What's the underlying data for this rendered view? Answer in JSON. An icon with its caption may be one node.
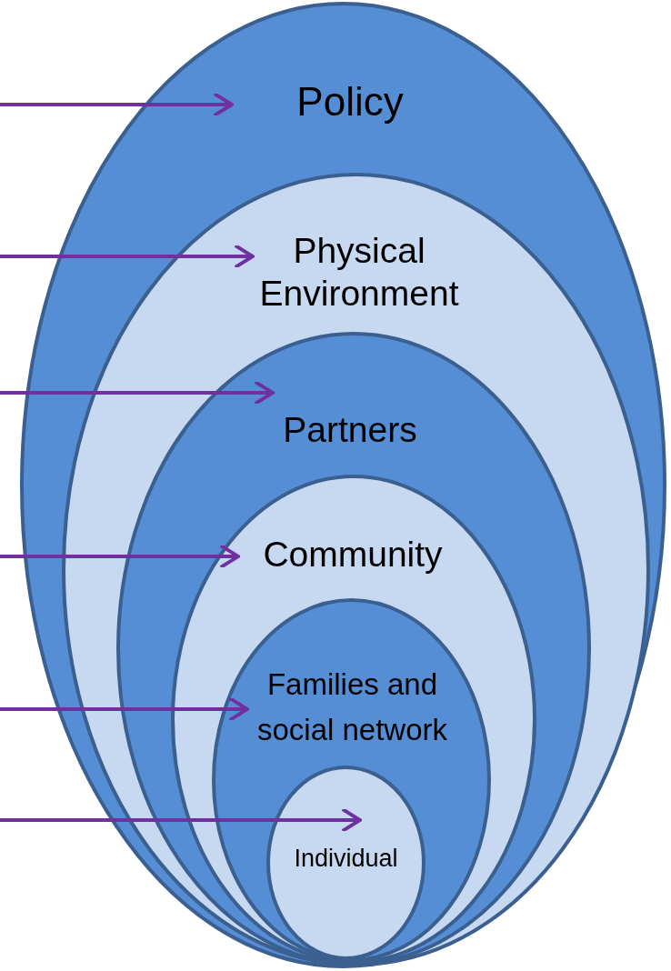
{
  "diagram": {
    "nodes": [
      {
        "text": [
          "Policy"
        ]
      },
      {
        "text": [
          "Physical Environment"
        ],
        "in": 0
      },
      {
        "text": [
          "Partners"
        ],
        "in": 1
      },
      {
        "text": [
          "Community"
        ],
        "in": 2
      },
      {
        "text": [
          "Families and social network"
        ],
        "in": 3
      },
      {
        "text": [
          "Individual"
        ],
        "in": 4
      }
    ],
    "edges": [
      {
        "from": null,
        "to": 0,
        "arrow": "to"
      },
      {
        "from": null,
        "to": 1,
        "arrow": "to"
      },
      {
        "from": null,
        "to": 2,
        "arrow": "to"
      },
      {
        "from": null,
        "to": 3,
        "arrow": "to"
      },
      {
        "from": null,
        "to": 4,
        "arrow": "to"
      },
      {
        "from": null,
        "to": 5,
        "arrow": "to"
      }
    ]
  }
}
